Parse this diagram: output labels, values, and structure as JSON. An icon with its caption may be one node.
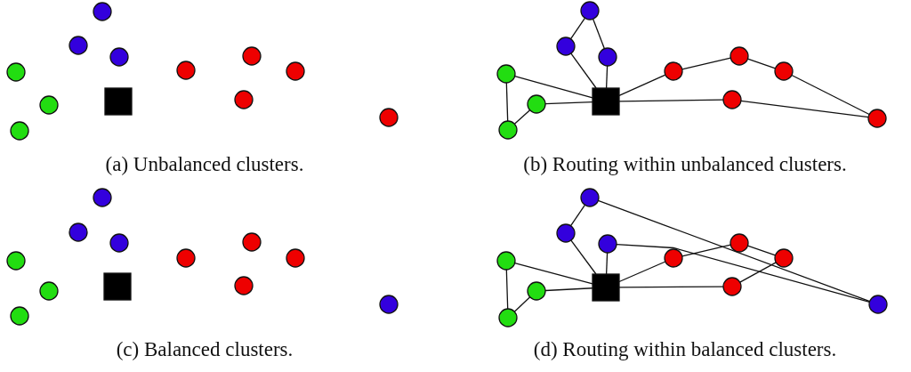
{
  "diagram": {
    "nodes": [
      {
        "text": [],
        "shape": "circle"
      },
      {
        "text": [],
        "shape": "circle"
      },
      {
        "text": [],
        "shape": "circle"
      },
      {
        "text": [],
        "shape": "circle"
      },
      {
        "text": [],
        "shape": "circle"
      },
      {
        "text": [],
        "shape": "circle"
      },
      {
        "text": [],
        "shape": "box"
      },
      {
        "text": [],
        "shape": "circle"
      },
      {
        "text": [],
        "shape": "circle"
      },
      {
        "text": [],
        "shape": "circle"
      },
      {
        "text": [],
        "shape": "circle"
      },
      {
        "text": [],
        "shape": "circle"
      },
      {
        "text": [],
        "shape": "circle"
      },
      {
        "text": [],
        "shape": "circle"
      },
      {
        "text": [],
        "shape": "circle"
      },
      {
        "text": [],
        "shape": "circle"
      },
      {
        "text": [],
        "shape": "circle"
      },
      {
        "text": [],
        "shape": "circle"
      },
      {
        "text": [],
        "shape": "box"
      },
      {
        "text": [],
        "shape": "circle"
      },
      {
        "text": [],
        "shape": "circle"
      },
      {
        "text": [],
        "shape": "circle"
      },
      {
        "text": [],
        "shape": "circle"
      },
      {
        "text": [],
        "shape": "circle"
      },
      {
        "text": [],
        "shape": "circle"
      },
      {
        "text": [],
        "shape": "circle"
      },
      {
        "text": [],
        "shape": "circle"
      },
      {
        "text": [],
        "shape": "circle"
      },
      {
        "text": [],
        "shape": "circle"
      },
      {
        "text": [],
        "shape": "circle"
      },
      {
        "text": [],
        "shape": "box"
      },
      {
        "text": [],
        "shape": "circle"
      },
      {
        "text": [],
        "shape": "circle"
      },
      {
        "text": [],
        "shape": "circle"
      },
      {
        "text": [],
        "shape": "circle"
      },
      {
        "text": [],
        "shape": "circle"
      },
      {
        "text": [],
        "shape": "circle"
      },
      {
        "text": [],
        "shape": "circle"
      },
      {
        "text": [],
        "shape": "circle"
      },
      {
        "text": [],
        "shape": "circle"
      },
      {
        "text": [],
        "shape": "circle"
      },
      {
        "text": [],
        "shape": "circle"
      },
      {
        "text": [],
        "shape": "box"
      },
      {
        "text": [],
        "shape": "circle"
      },
      {
        "text": [],
        "shape": "circle"
      },
      {
        "text": [],
        "shape": "circle"
      },
      {
        "text": [],
        "shape": "circle"
      },
      {
        "text": [],
        "shape": "circle"
      }
    ],
    "edges": [
      {
        "from": 18,
        "to": 15,
        "arrow": "none"
      },
      {
        "from": 18,
        "to": 16,
        "arrow": "none"
      },
      {
        "from": 15,
        "to": 17,
        "arrow": "none"
      },
      {
        "from": 16,
        "to": 17,
        "arrow": "none"
      },
      {
        "from": 18,
        "to": 13,
        "arrow": "none"
      },
      {
        "from": 13,
        "to": 12,
        "arrow": "none"
      },
      {
        "from": 12,
        "to": 14,
        "arrow": "none"
      },
      {
        "from": 14,
        "to": 18,
        "arrow": "none"
      },
      {
        "from": 18,
        "to": 19,
        "arrow": "none"
      },
      {
        "from": 19,
        "to": 20,
        "arrow": "none"
      },
      {
        "from": 20,
        "to": 21,
        "arrow": "none"
      },
      {
        "from": 21,
        "to": 23,
        "arrow": "none"
      },
      {
        "from": 23,
        "to": 22,
        "arrow": "none"
      },
      {
        "from": 22,
        "to": 18,
        "arrow": "none"
      },
      {
        "from": 42,
        "to": 39,
        "arrow": "none"
      },
      {
        "from": 42,
        "to": 40,
        "arrow": "none"
      },
      {
        "from": 39,
        "to": 41,
        "arrow": "none"
      },
      {
        "from": 40,
        "to": 41,
        "arrow": "none"
      },
      {
        "from": 42,
        "to": 37,
        "arrow": "none"
      },
      {
        "from": 37,
        "to": 36,
        "arrow": "none"
      },
      {
        "from": 36,
        "to": 47,
        "arrow": "none"
      },
      {
        "from": 42,
        "to": 38,
        "arrow": "none"
      },
      {
        "from": 38,
        "to": 47,
        "arrow": "none"
      },
      {
        "from": 42,
        "to": 43,
        "arrow": "none"
      },
      {
        "from": 43,
        "to": 44,
        "arrow": "none"
      },
      {
        "from": 44,
        "to": 45,
        "arrow": "none"
      },
      {
        "from": 45,
        "to": 46,
        "arrow": "none"
      },
      {
        "from": 46,
        "to": 42,
        "arrow": "none"
      }
    ],
    "labels": [
      "(a) Unbalanced clusters.",
      "(b) Routing within unbalanced clusters.",
      "(c) Balanced clusters.",
      "(d) Routing within balanced clusters."
    ]
  }
}
